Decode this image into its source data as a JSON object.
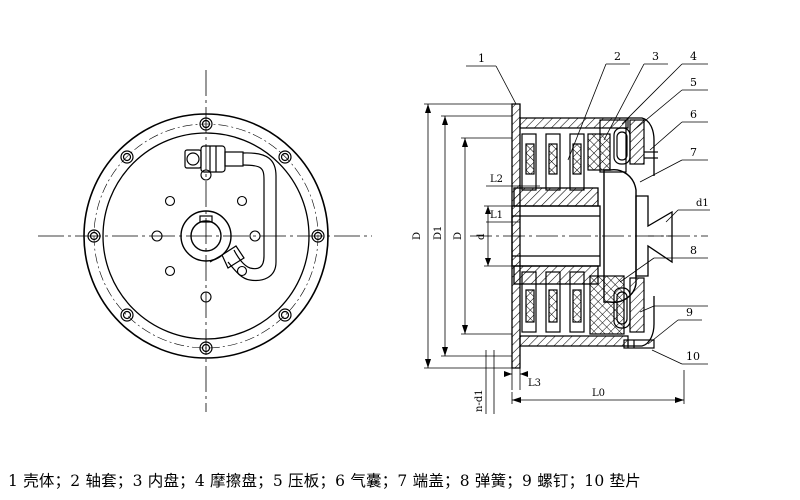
{
  "callouts": {
    "p1": "1",
    "p2": "2",
    "p3": "3",
    "p4": "4",
    "p5": "5",
    "p6": "6",
    "p7": "7",
    "p8": "8",
    "p9": "9",
    "p10": "10"
  },
  "dimensions": {
    "D_outer": "D",
    "D1": "D1",
    "D_inner": "D",
    "d": "d",
    "d1": "d1",
    "L1": "L1",
    "L2": "L2",
    "L3": "L3",
    "L0": "L0",
    "holes": "n-d1"
  },
  "caption": "1 壳体；2 轴套；3 内盘；4 摩擦盘；5 压板；6 气囊；7 端盖；8 弹簧；9 螺钉；10 垫片"
}
